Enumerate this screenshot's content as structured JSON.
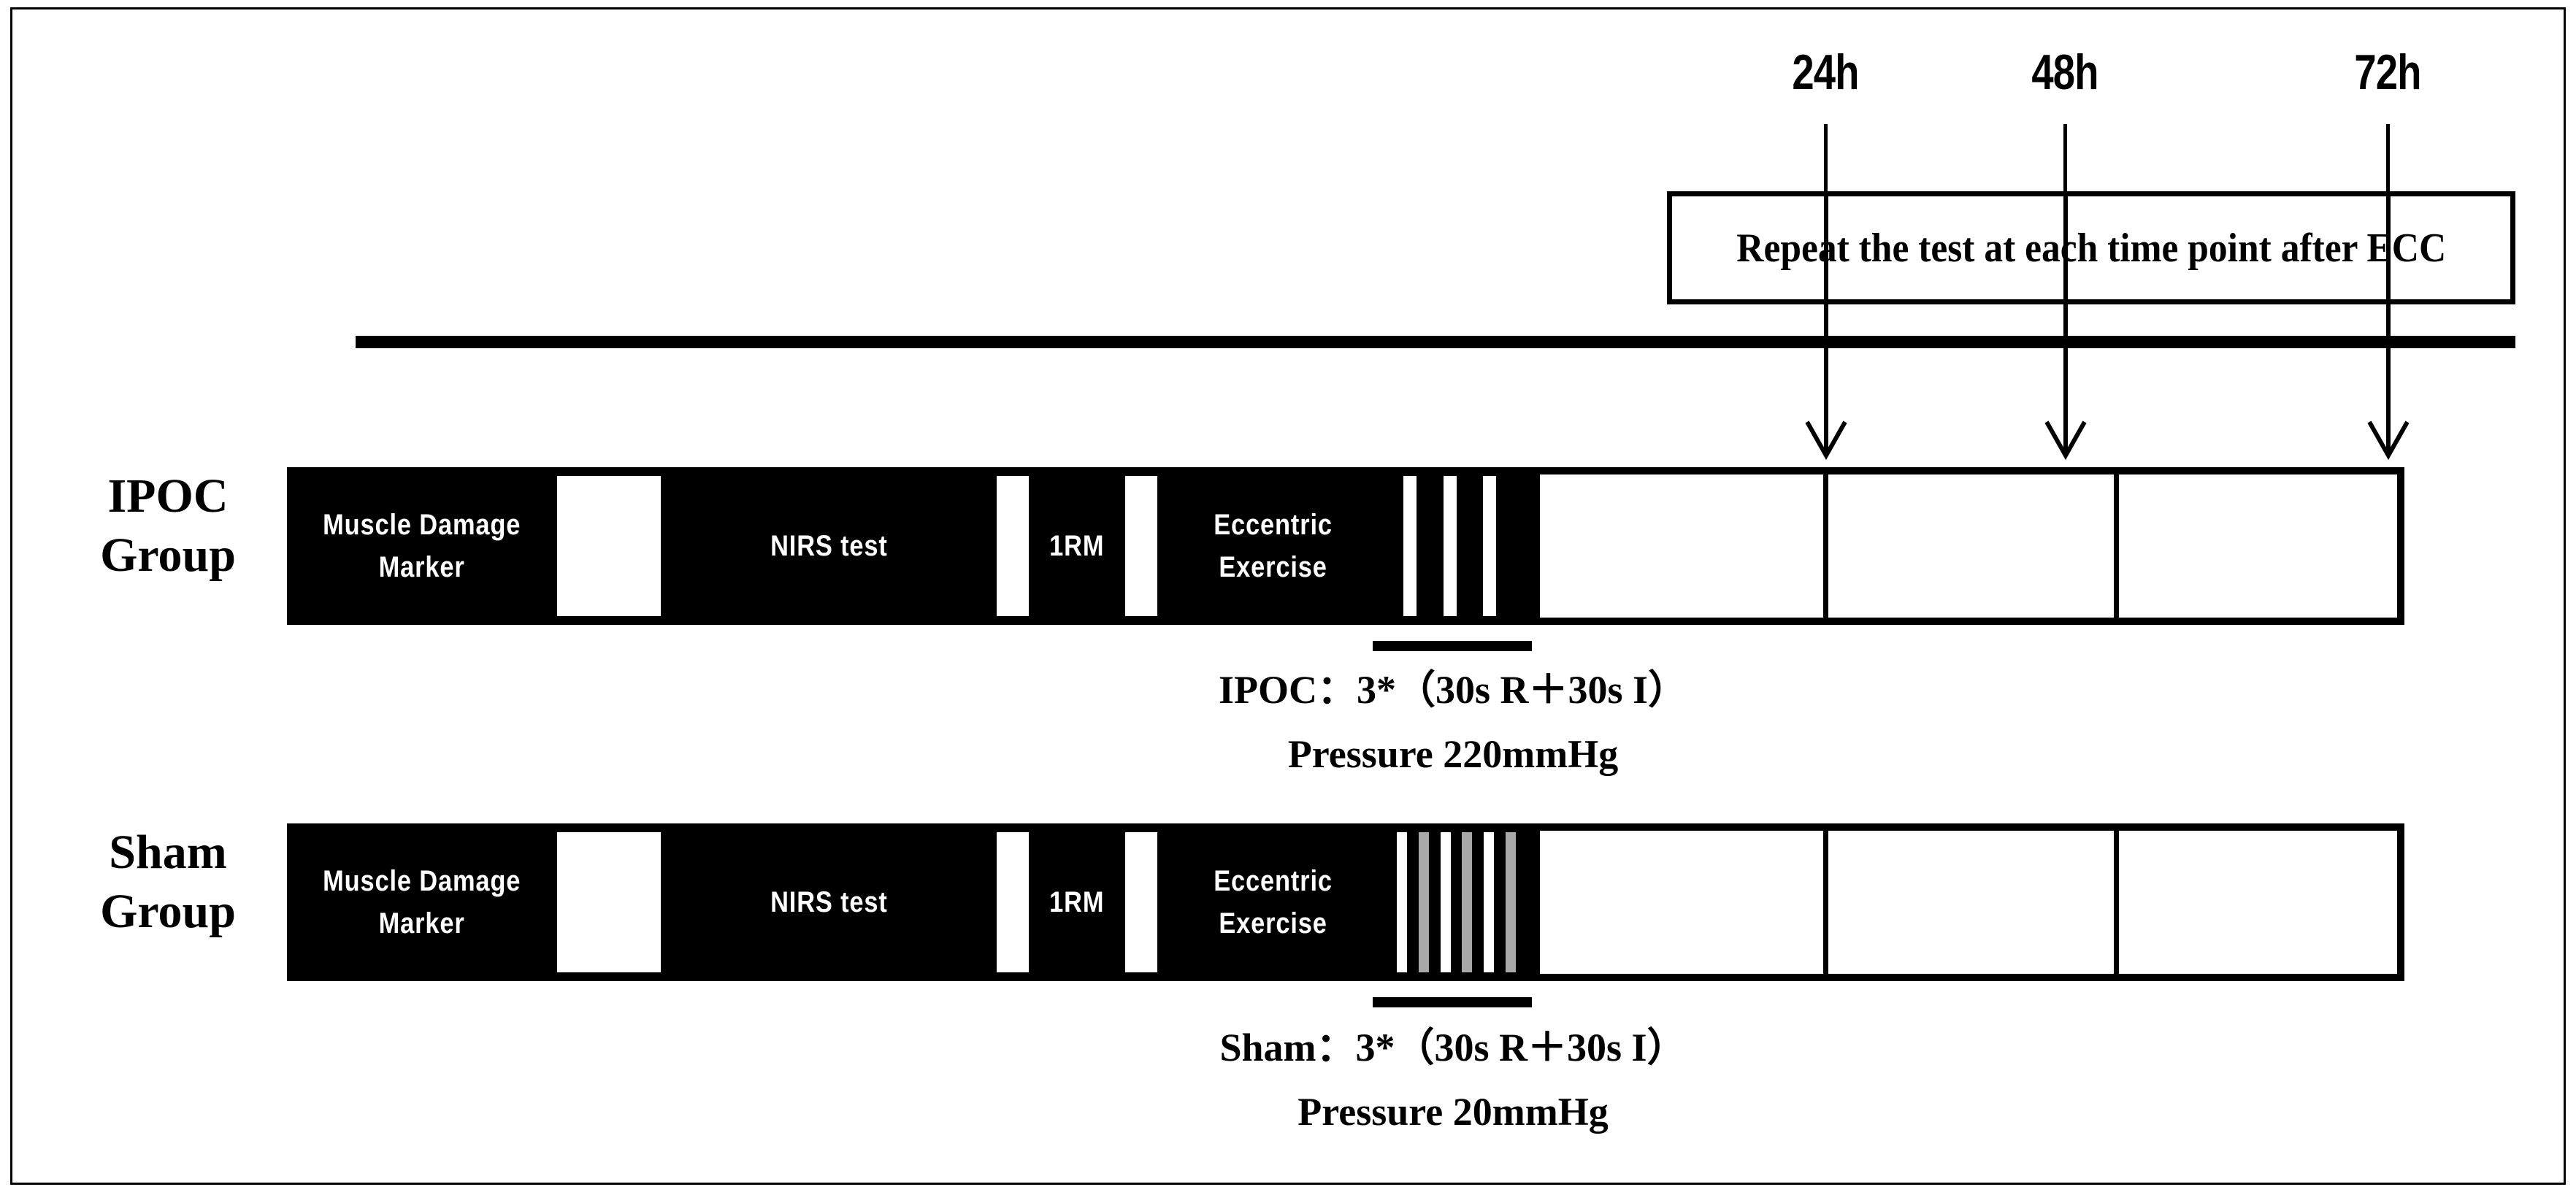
{
  "figure": {
    "type": "experimental-protocol-timeline",
    "title_visible": false
  },
  "timepoints": [
    {
      "label": "24h"
    },
    {
      "label": "48h"
    },
    {
      "label": "72h"
    }
  ],
  "repeat_box": {
    "text": "Repeat the test at each time point after ECC"
  },
  "groups": [
    {
      "id": "ipoc",
      "label_line1": "IPOC",
      "label_line2": "Group",
      "segments": [
        {
          "kind": "black",
          "label": "Muscle Damage\nMarker"
        },
        {
          "kind": "gap",
          "label": ""
        },
        {
          "kind": "black",
          "label": "NIRS test"
        },
        {
          "kind": "gap",
          "label": ""
        },
        {
          "kind": "black",
          "label": "1RM"
        },
        {
          "kind": "gap",
          "label": ""
        },
        {
          "kind": "black",
          "label": "Eccentric\nExercise"
        }
      ],
      "stripe_pattern": [
        "#ffffff",
        "#ffffff",
        "#ffffff"
      ],
      "empty_cells": 3,
      "caption_line1": "IPOC：3*（30s R＋30s I）",
      "caption_line2": "Pressure 220mmHg"
    },
    {
      "id": "sham",
      "label_line1": "Sham",
      "label_line2": "Group",
      "segments": [
        {
          "kind": "black",
          "label": "Muscle Damage\nMarker"
        },
        {
          "kind": "gap",
          "label": ""
        },
        {
          "kind": "black",
          "label": "NIRS test"
        },
        {
          "kind": "gap",
          "label": ""
        },
        {
          "kind": "black",
          "label": "1RM"
        },
        {
          "kind": "gap",
          "label": ""
        },
        {
          "kind": "black",
          "label": "Eccentric\nExercise"
        }
      ],
      "stripe_pattern": [
        "#ffffff",
        "#a8a8a8",
        "#ffffff",
        "#a8a8a8",
        "#ffffff",
        "#a8a8a8"
      ],
      "empty_cells": 3,
      "caption_line1": "Sham：3*（30s R＋30s I）",
      "caption_line2": "Pressure 20mmHg"
    }
  ],
  "colors": {
    "ink": "#000000",
    "paper": "#ffffff",
    "sham_stripe_gray": "#a8a8a8"
  }
}
